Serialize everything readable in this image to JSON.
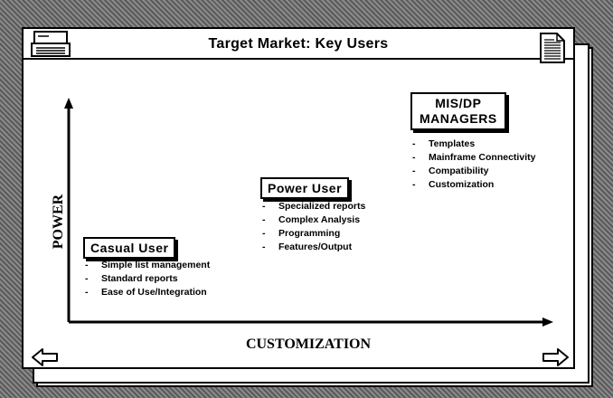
{
  "window": {
    "title": "Target Market: Key Users"
  },
  "axes": {
    "y_label": "POWER",
    "x_label": "CUSTOMIZATION"
  },
  "groups": [
    {
      "title": "Casual User",
      "bullets": [
        "Simple list management",
        "Standard reports",
        "Ease of Use/Integration"
      ]
    },
    {
      "title": "Power User",
      "bullets": [
        "Specialized reports",
        "Complex Analysis",
        "Programming",
        "Features/Output"
      ]
    },
    {
      "title_lines": [
        "MIS/DP",
        "MANAGERS"
      ],
      "bullets": [
        "Templates",
        "Mainframe Connectivity",
        "Compatibility",
        "Customization"
      ]
    }
  ],
  "icons": {
    "top_left": "disk-drive-icon",
    "top_right": "document-icon",
    "bottom_left": "left-arrow-icon",
    "bottom_right": "right-arrow-icon"
  }
}
